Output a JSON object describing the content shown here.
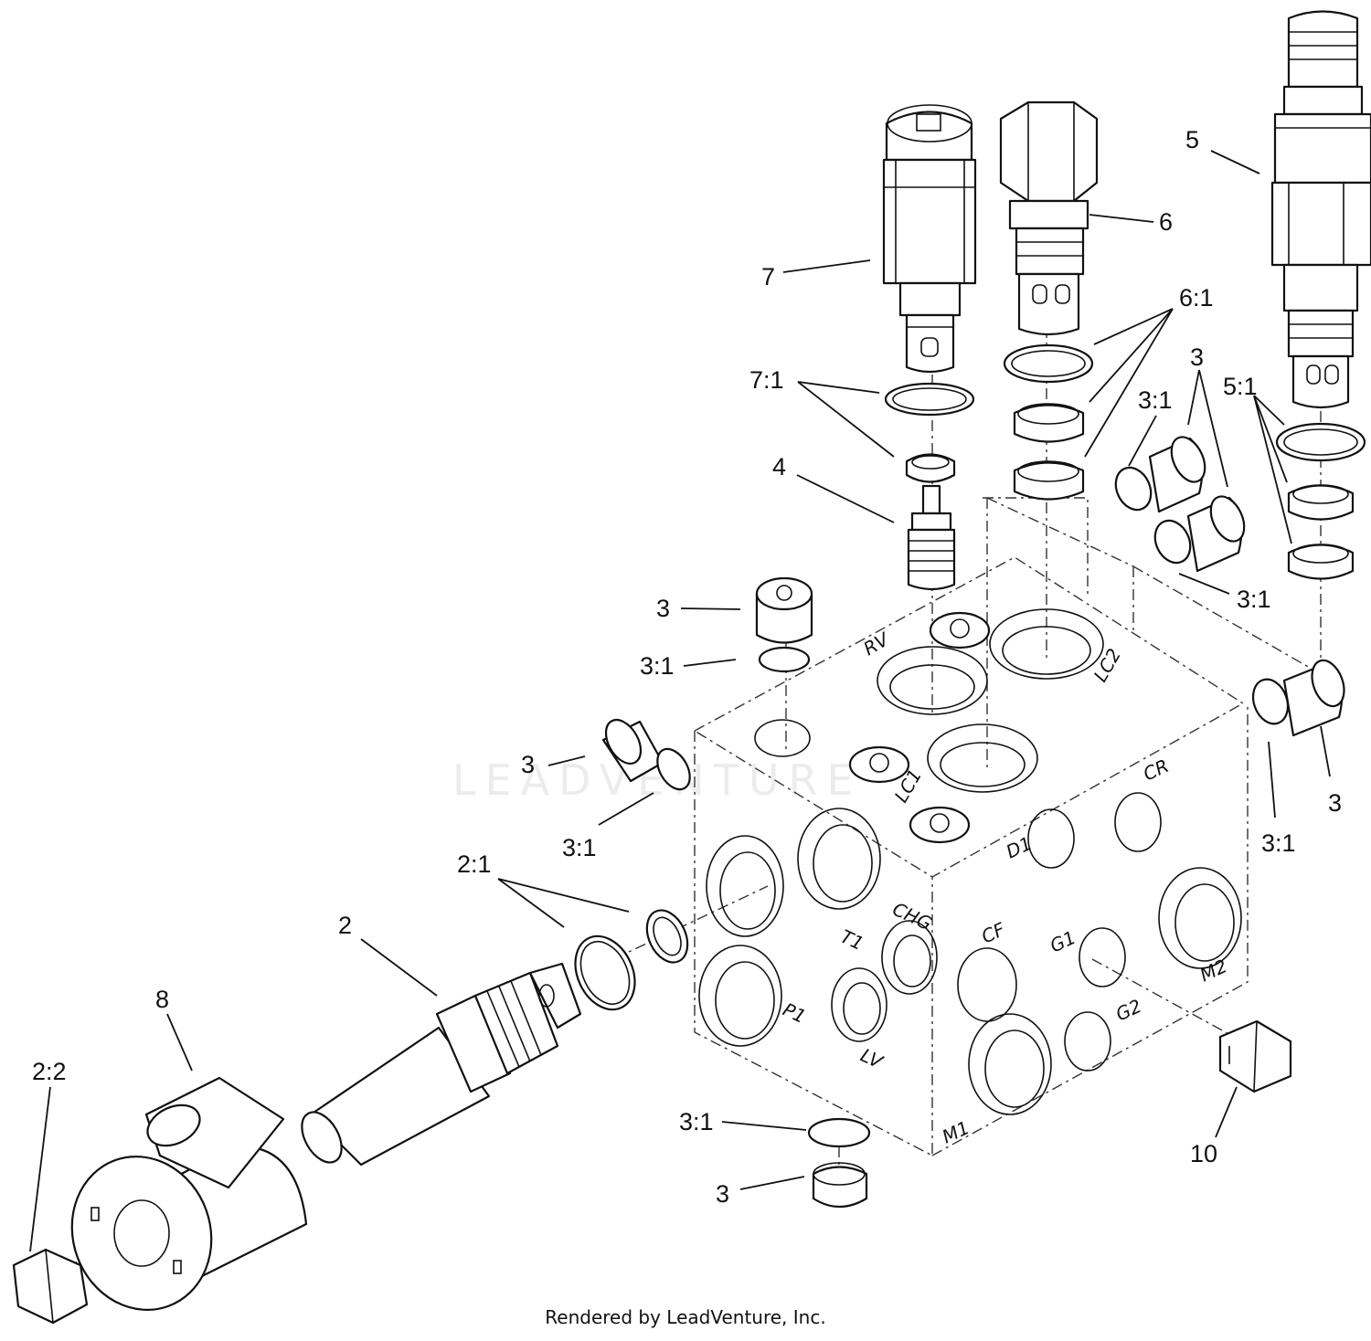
{
  "diagram": {
    "callouts": [
      "2",
      "2:1",
      "2:2",
      "3",
      "3:1",
      "4",
      "5",
      "5:1",
      "6",
      "6:1",
      "7",
      "7:1",
      "8",
      "10"
    ],
    "port_labels": [
      "RV",
      "LC2",
      "LC1",
      "D1",
      "CR",
      "CHG",
      "T1",
      "CF",
      "G1",
      "M2",
      "P1",
      "LV",
      "G2",
      "M1"
    ],
    "watermark": "LEADVENTURE",
    "footer": "Rendered by LeadVenture, Inc."
  }
}
